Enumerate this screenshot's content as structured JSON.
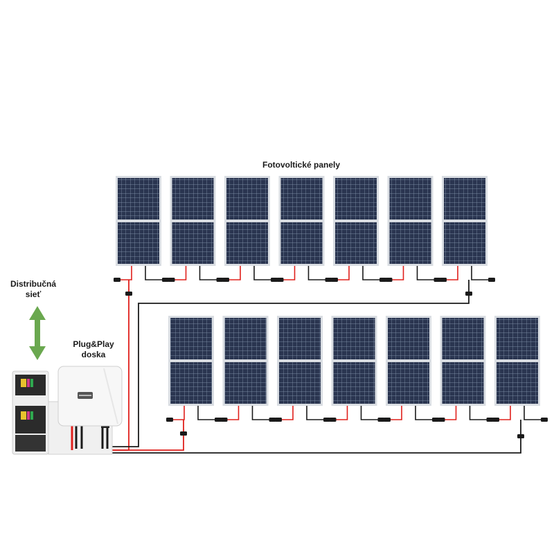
{
  "labels": {
    "panels_title": "Fotovoltické panely",
    "grid_line1": "Distribučná",
    "grid_line2": "sieť",
    "board_line1": "Plug&Play",
    "board_line2": "doska"
  },
  "panel_rows": [
    {
      "name": "top-row",
      "count": 7
    },
    {
      "name": "bottom-row",
      "count": 7
    }
  ],
  "colors": {
    "panel_frame": "#d9dde2",
    "panel_cell": "#2a3550",
    "panel_grid": "#8fa0b8",
    "cable_positive": "#e0201c",
    "cable_negative": "#1a1a1a",
    "arrow": "#6aa84f",
    "enclosure": "#eeeeee"
  },
  "icons": {
    "grid_arrow": "double-arrow-vertical-icon",
    "inverter": "inverter-unit-icon",
    "distribution_box": "distribution-box-icon",
    "connector": "mc4-connector-icon"
  }
}
